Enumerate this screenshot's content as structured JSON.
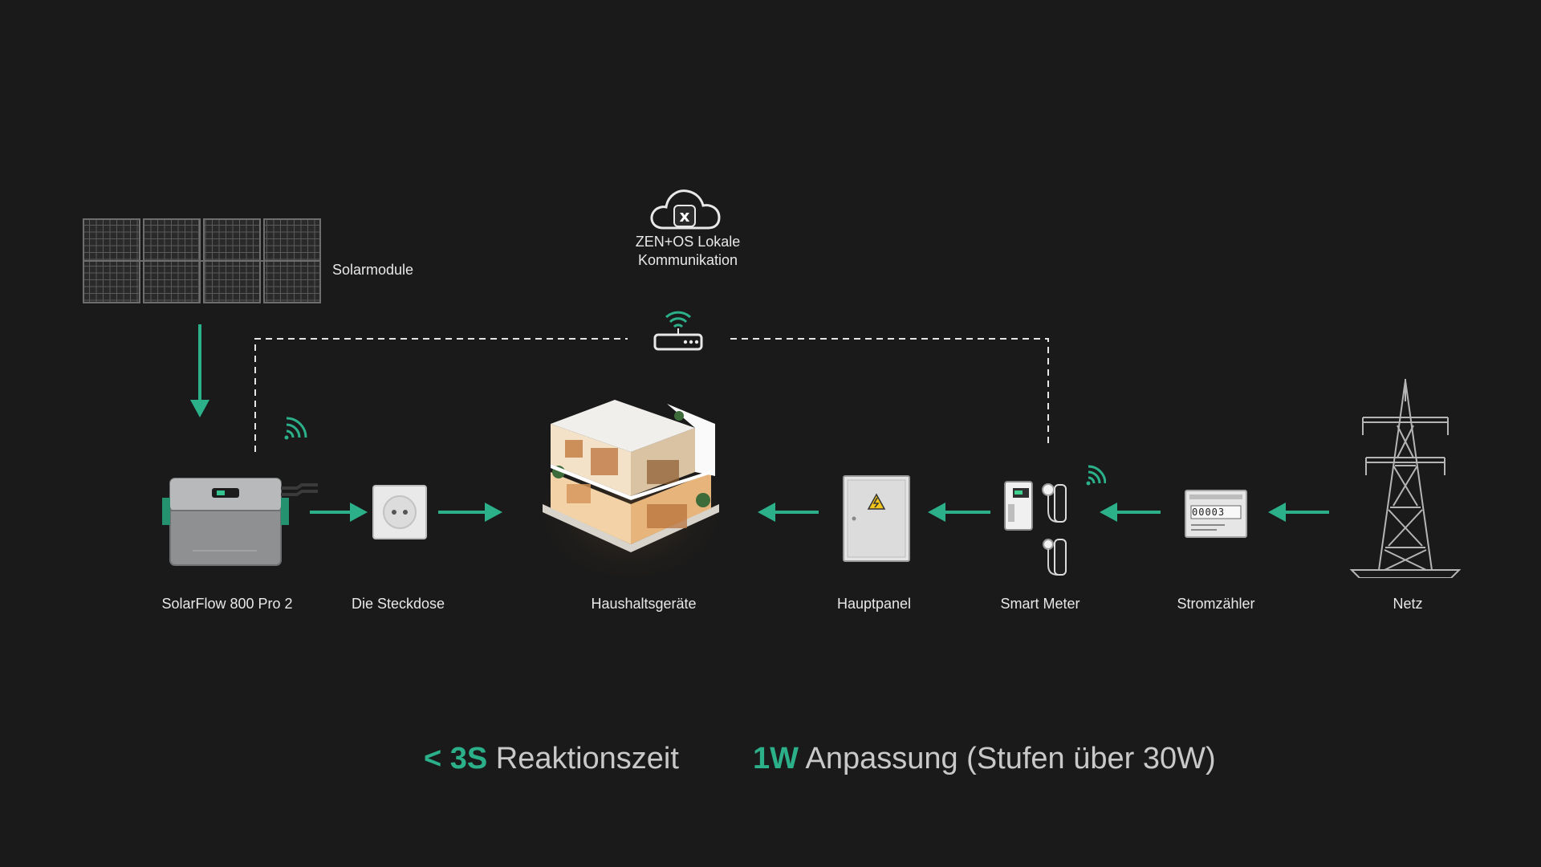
{
  "colors": {
    "background": "#1a1a1a",
    "accent": "#2bb08a",
    "text": "#e8e8e8",
    "dashed_line": "#e6e6e6"
  },
  "cloud": {
    "icon": "cloud-x-icon",
    "label_line1": "ZEN+OS Lokale",
    "label_line2": "Kommunikation"
  },
  "nodes": {
    "solar_panels": {
      "label": "Solarmodule",
      "icon": "solar-panel-icon"
    },
    "solarflow": {
      "label": "SolarFlow 800 Pro 2",
      "icon": "battery-unit-icon"
    },
    "socket": {
      "label": "Die Steckdose",
      "icon": "socket-icon"
    },
    "house": {
      "label": "Haushaltsgeräte",
      "icon": "house-icon"
    },
    "main_panel": {
      "label": "Hauptpanel",
      "icon": "electric-panel-icon"
    },
    "smart_meter": {
      "label": "Smart Meter",
      "icon": "smart-meter-icon"
    },
    "meter": {
      "label": "Stromzähler",
      "icon": "electricity-meter-icon",
      "display": "00003"
    },
    "grid": {
      "label": "Netz",
      "icon": "power-tower-icon"
    }
  },
  "router": {
    "icon": "router-icon"
  },
  "stats": {
    "reaction_value": "< 3S",
    "reaction_label": "Reaktionszeit",
    "adjust_value": "1W",
    "adjust_label": "Anpassung (Stufen über 30W)"
  }
}
